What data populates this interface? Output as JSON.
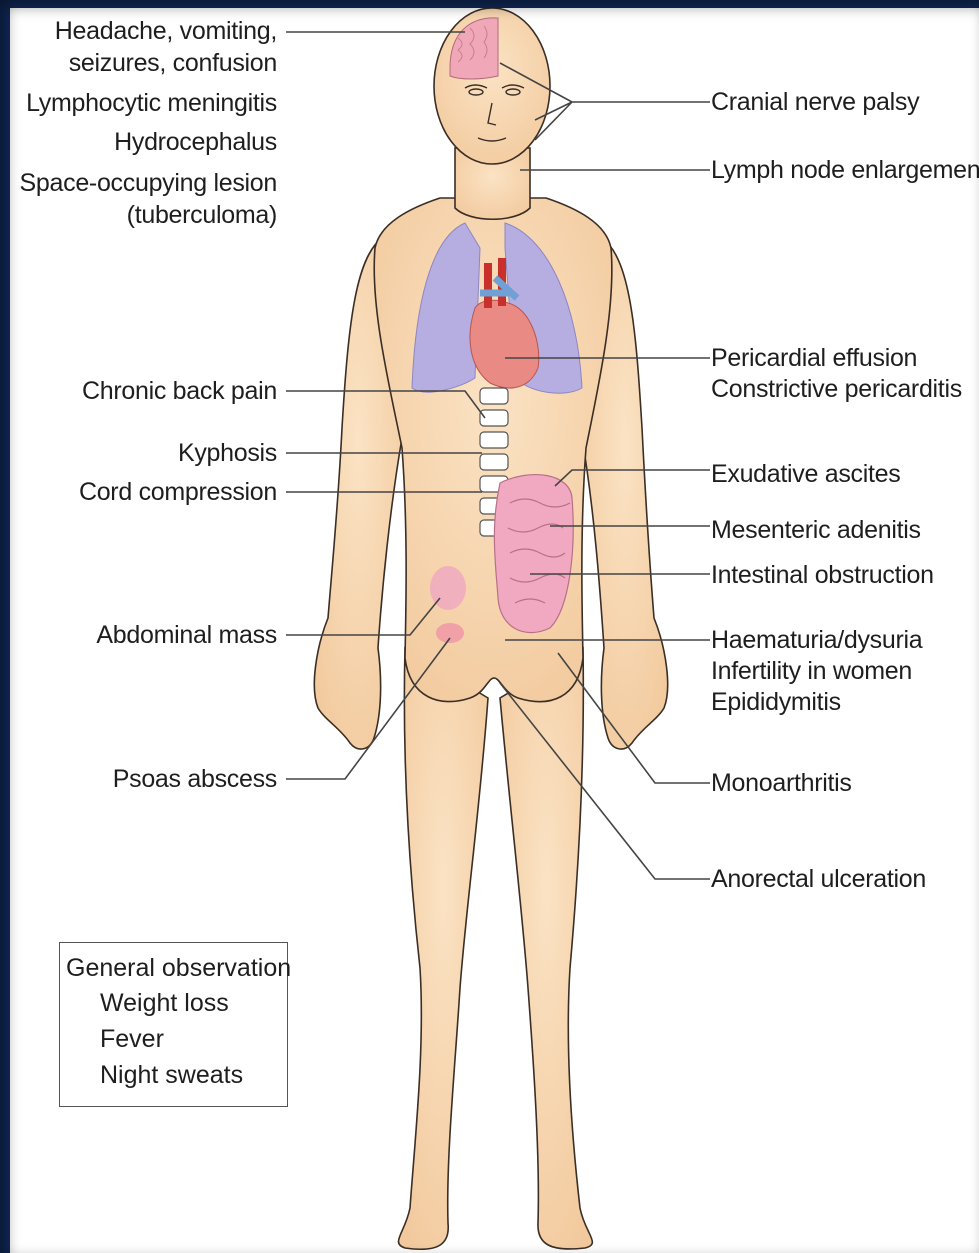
{
  "labels_left": {
    "headache": "Headache, vomiting,",
    "seizures": "seizures, confusion",
    "meningitis": "Lymphocytic meningitis",
    "hydrocephalus": "Hydrocephalus",
    "space_lesion": "Space-occupying lesion",
    "tuberculoma": "(tuberculoma)",
    "back_pain": "Chronic back pain",
    "kyphosis": "Kyphosis",
    "cord": "Cord compression",
    "abdominal_mass": "Abdominal mass",
    "psoas": "Psoas abscess"
  },
  "labels_right": {
    "cranial": "Cranial nerve palsy",
    "lymph": "Lymph node enlargement",
    "pericardial": "Pericardial effusion",
    "constrictive": "Constrictive pericarditis",
    "ascites": "Exudative ascites",
    "mesenteric": "Mesenteric adenitis",
    "intestinal": "Intestinal obstruction",
    "haematuria": "Haematuria/dysuria",
    "infertility": "Infertility in women",
    "epididymitis": "Epididymitis",
    "monoarthritis": "Monoarthritis",
    "anorectal": "Anorectal ulceration"
  },
  "general_observation": {
    "title": "General observation",
    "items": [
      "Weight loss",
      "Fever",
      "Night sweats"
    ]
  },
  "colors": {
    "background_frame": "#102a5c",
    "skin": "#f7d5ad",
    "lungs": "#b6aee0",
    "brain": "#f0a8b8",
    "heart": "#e98a84",
    "intestine": "#f0a9c0",
    "leader_line": "#444444"
  }
}
